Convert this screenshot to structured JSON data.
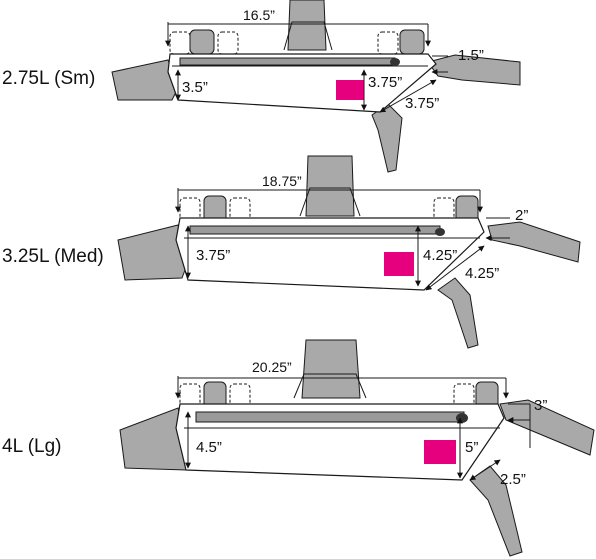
{
  "colors": {
    "strap": "#a9a9a9",
    "bag_fill": "#ffffff",
    "zipper": "#9a9a9a",
    "logo": "#e6007e",
    "outline": "#1a1a1a"
  },
  "variants": [
    {
      "size_label": "2.75L (Sm)",
      "length": "16.5”",
      "strap_width": "1.5”",
      "left_height": "3.5”",
      "right_height": "3.75”",
      "end_depth": "3.75”"
    },
    {
      "size_label": "3.25L (Med)",
      "length": "18.75”",
      "strap_width": "2”",
      "left_height": "3.75”",
      "right_height": "4.25”",
      "end_depth": "4.25”"
    },
    {
      "size_label": "4L (Lg)",
      "length": "20.25”",
      "strap_width": "3”",
      "left_height": "4.5”",
      "right_height": "5”",
      "end_depth": "2.5”"
    }
  ]
}
